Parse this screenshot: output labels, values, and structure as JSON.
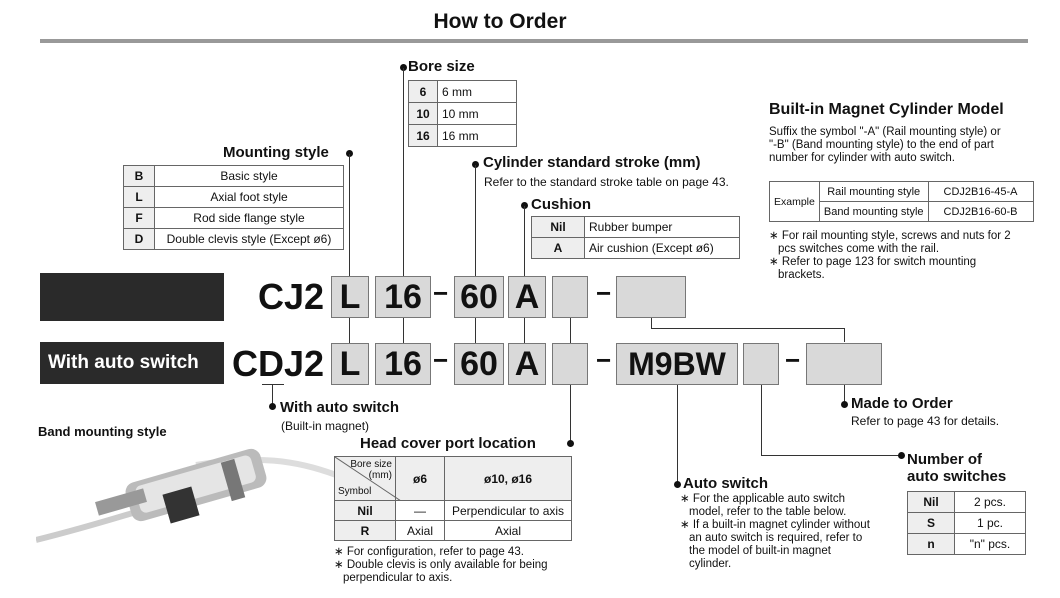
{
  "title": "How to Order",
  "bore": {
    "label": "Bore size",
    "rows": [
      [
        "6",
        "6 mm"
      ],
      [
        "10",
        "10 mm"
      ],
      [
        "16",
        "16 mm"
      ]
    ]
  },
  "mounting": {
    "label": "Mounting style",
    "rows": [
      [
        "B",
        "Basic style"
      ],
      [
        "L",
        "Axial foot style"
      ],
      [
        "F",
        "Rod side flange style"
      ],
      [
        "D",
        "Double clevis style (Except ø6)"
      ]
    ]
  },
  "stroke": {
    "label": "Cylinder standard stroke (mm)",
    "note": "Refer to the standard stroke table on page 43."
  },
  "cushion": {
    "label": "Cushion",
    "rows": [
      [
        "Nil",
        "Rubber bumper"
      ],
      [
        "A",
        "Air cushion (Except ø6)"
      ]
    ]
  },
  "magnet": {
    "title": "Built-in Magnet Cylinder Model",
    "desc1": "Suffix the symbol \"-A\" (Rail mounting style) or",
    "desc2": "\"-B\" (Band mounting style) to the end of part",
    "desc3": "number for cylinder with auto switch.",
    "example_label": "Example",
    "rows": [
      [
        "Rail mounting style",
        "CDJ2B16-45-A"
      ],
      [
        "Band mounting style",
        "CDJ2B16-60-B"
      ]
    ],
    "note1a": "∗ For rail mounting style, screws and nuts for 2",
    "note1b": "pcs switches come with the rail.",
    "note2a": "∗ Refer to page 123 for switch mounting",
    "note2b": "brackets."
  },
  "row1": {
    "prefix": "CJ2",
    "mount": "L",
    "bore": "16",
    "stroke": "60",
    "cushion": "A"
  },
  "row2": {
    "label": "With auto switch",
    "prefix": "CDJ2",
    "mount": "L",
    "bore": "16",
    "stroke": "60",
    "cushion": "A",
    "switch": "M9BW"
  },
  "dash": "−",
  "auto_switch_note": {
    "label": "With auto switch",
    "sub": "(Built-in magnet)"
  },
  "band": {
    "label": "Band mounting style"
  },
  "head_cover": {
    "label": "Head cover port location",
    "corner_top": "Bore size",
    "corner_unit": "(mm)",
    "corner_bottom": "Symbol",
    "col1": "ø6",
    "col2": "ø10, ø16",
    "rows": [
      [
        "Nil",
        "—",
        "Perpendicular to axis"
      ],
      [
        "R",
        "Axial",
        "Axial"
      ]
    ],
    "note1": "∗ For configuration, refer to page 43.",
    "note2a": "∗ Double clevis is only available for being",
    "note2b": "perpendicular to axis."
  },
  "auto_switch": {
    "label": "Auto switch",
    "n1": "∗ For the applicable auto switch",
    "n2": "model, refer to the table below.",
    "n3": "∗ If a built-in magnet cylinder without",
    "n4": "an auto switch is required, refer to",
    "n5": "the model of built-in magnet",
    "n6": "cylinder."
  },
  "made_to_order": {
    "label": "Made to Order",
    "sub": "Refer to page 43 for details."
  },
  "num_switches": {
    "label1": "Number of",
    "label2": "auto switches",
    "rows": [
      [
        "Nil",
        "2 pcs."
      ],
      [
        "S",
        "1 pc."
      ],
      [
        "n",
        "\"n\" pcs."
      ]
    ]
  }
}
